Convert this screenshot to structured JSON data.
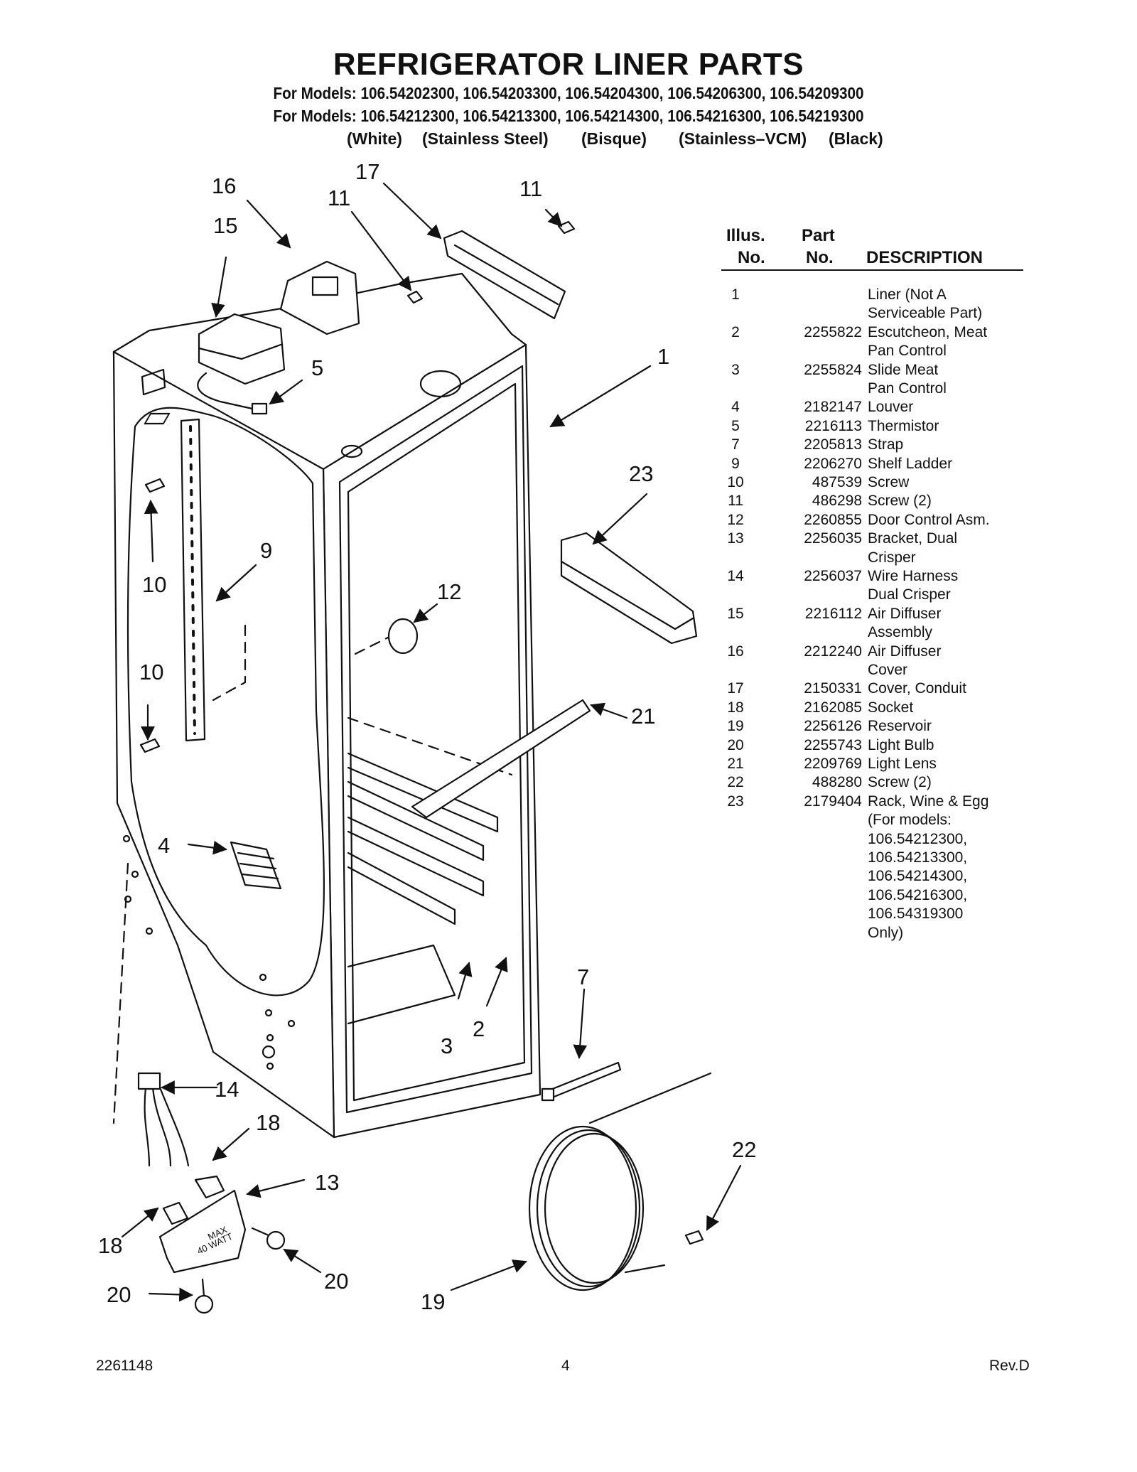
{
  "header": {
    "title": "REFRIGERATOR LINER PARTS",
    "models_line_1": "For Models: 106.54202300, 106.54203300, 106.54204300, 106.54206300, 106.54209300",
    "models_line_2": "For Models: 106.54212300, 106.54213300, 106.54214300, 106.54216300, 106.54219300",
    "colors": [
      "(White)",
      "(Stainless Steel)",
      "(Bisque)",
      "(Stainless–VCM)",
      "(Black)"
    ]
  },
  "diagram": {
    "callouts": [
      "16",
      "15",
      "17",
      "11",
      "11",
      "5",
      "1",
      "23",
      "9",
      "10",
      "12",
      "10",
      "21",
      "4",
      "7",
      "3",
      "2",
      "14",
      "18",
      "13",
      "22",
      "18",
      "20",
      "20",
      "19"
    ],
    "lamp_housing_text": [
      "MAX",
      "40 WATT"
    ]
  },
  "parts_table": {
    "headers": {
      "illus_line1": "Illus.",
      "illus_line2": "No.",
      "part_line1": "Part",
      "part_line2": "No.",
      "description": "DESCRIPTION"
    },
    "rows": [
      {
        "no": "1",
        "part": "",
        "desc": [
          "Liner (Not A",
          "Serviceable Part)"
        ]
      },
      {
        "no": "2",
        "part": "2255822",
        "desc": [
          "Escutcheon, Meat",
          "Pan Control"
        ]
      },
      {
        "no": "3",
        "part": "2255824",
        "desc": [
          "Slide Meat",
          "Pan Control"
        ]
      },
      {
        "no": "4",
        "part": "2182147",
        "desc": [
          "Louver"
        ]
      },
      {
        "no": "5",
        "part": "2216113",
        "desc": [
          "Thermistor"
        ]
      },
      {
        "no": "7",
        "part": "2205813",
        "desc": [
          "Strap"
        ]
      },
      {
        "no": "9",
        "part": "2206270",
        "desc": [
          "Shelf Ladder"
        ]
      },
      {
        "no": "10",
        "part": "487539",
        "desc": [
          "Screw"
        ]
      },
      {
        "no": "11",
        "part": "486298",
        "desc": [
          "Screw (2)"
        ]
      },
      {
        "no": "12",
        "part": "2260855",
        "desc": [
          "Door Control Asm."
        ]
      },
      {
        "no": "13",
        "part": "2256035",
        "desc": [
          "Bracket, Dual",
          "Crisper"
        ]
      },
      {
        "no": "14",
        "part": "2256037",
        "desc": [
          "Wire Harness",
          "Dual Crisper"
        ]
      },
      {
        "no": "15",
        "part": "2216112",
        "desc": [
          "Air Diffuser",
          "Assembly"
        ]
      },
      {
        "no": "16",
        "part": "2212240",
        "desc": [
          "Air Diffuser",
          "Cover"
        ]
      },
      {
        "no": "17",
        "part": "2150331",
        "desc": [
          "Cover, Conduit"
        ]
      },
      {
        "no": "18",
        "part": "2162085",
        "desc": [
          "Socket"
        ]
      },
      {
        "no": "19",
        "part": "2256126",
        "desc": [
          "Reservoir"
        ]
      },
      {
        "no": "20",
        "part": "2255743",
        "desc": [
          "Light Bulb"
        ]
      },
      {
        "no": "21",
        "part": "2209769",
        "desc": [
          "Light Lens"
        ]
      },
      {
        "no": "22",
        "part": "488280",
        "desc": [
          "Screw (2)"
        ]
      },
      {
        "no": "23",
        "part": "2179404",
        "desc": [
          "Rack, Wine & Egg",
          "(For models:",
          "106.54212300,",
          "106.54213300,",
          "106.54214300,",
          "106.54216300,",
          "106.54319300",
          "Only)"
        ]
      }
    ]
  },
  "footer": {
    "doc_number": "2261148",
    "page_number": "4",
    "revision": "Rev.D"
  }
}
